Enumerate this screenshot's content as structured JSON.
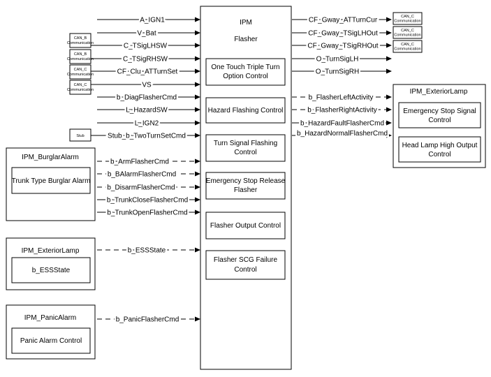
{
  "ipm": {
    "name": "IPM",
    "subtitle": "Flasher",
    "blocks": [
      "One Touch Triple Turn Option Control",
      "Hazard Flashing Control",
      "Turn Signal Flashing Control",
      "Emergency Stop Release Flasher",
      "Flasher Output Control",
      "Flasher SCG Failure Control"
    ]
  },
  "inputs": [
    {
      "signal": "A_IGN1",
      "source": "",
      "dashed": false
    },
    {
      "signal": "V_Bat",
      "source": "",
      "dashed": false
    },
    {
      "signal": "C_TSigLHSW",
      "source": "CAN_B Communication",
      "dashed": false
    },
    {
      "signal": "C_TSigRHSW",
      "source": "CAN_B Communication",
      "dashed": false
    },
    {
      "signal": "CF_Clu_ATTurnSet",
      "source": "CAN_C Communication",
      "dashed": false
    },
    {
      "signal": "VS",
      "source": "CAN_C Communication",
      "dashed": false
    },
    {
      "signal": "b_DiagFlasherCmd",
      "source": "",
      "dashed": false
    },
    {
      "signal": "L_HazardSW",
      "source": "",
      "dashed": false
    },
    {
      "signal": "L_IGN2",
      "source": "",
      "dashed": false
    },
    {
      "signal": "Stub_b_TwoTurnSetCmd",
      "source": "Stub",
      "dashed": false
    },
    {
      "signal": "b_ArmFlasherCmd",
      "source": "",
      "dashed": true
    },
    {
      "signal": "b_BAlarmFlasherCmd",
      "source": "",
      "dashed": true
    },
    {
      "signal": "b_DisarmFlasherCmd",
      "source": "",
      "dashed": true
    },
    {
      "signal": "b_TrunkCloseFlasherCmd",
      "source": "",
      "dashed": false
    },
    {
      "signal": "b_TrunkOpenFlasherCmd",
      "source": "",
      "dashed": false
    },
    {
      "signal": "b_ESSState",
      "source": "",
      "dashed": true
    },
    {
      "signal": "b_PanicFlasherCmd",
      "source": "",
      "dashed": true
    }
  ],
  "outputs": [
    {
      "signal": "CF_Gway_ATTurnCur",
      "target": "CAN_C Communication",
      "dashed": false
    },
    {
      "signal": "CF_Gway_TSigLHOut",
      "target": "CAN_C Communication",
      "dashed": false
    },
    {
      "signal": "CF_Gway_TSigRHOut",
      "target": "CAN_C Communication",
      "dashed": false
    },
    {
      "signal": "O_TurnSigLH",
      "target": "",
      "dashed": false
    },
    {
      "signal": "O_TurnSigRH",
      "target": "",
      "dashed": false
    },
    {
      "signal": "b_FlasherLeftActivity",
      "target": "",
      "dashed": true
    },
    {
      "signal": "b_FlasherRightActivity",
      "target": "",
      "dashed": true
    },
    {
      "signal": "b_HazardFaultFlasherCmd",
      "target": "",
      "dashed": false
    },
    {
      "signal": "b_HazardNormalFlasherCmd",
      "target": "",
      "dashed": false
    }
  ],
  "modules": {
    "burglar": {
      "title": "IPM_BurglarAlarm",
      "block": "Trunk Type Burglar Alarm"
    },
    "ext_left": {
      "title": "IPM_ExteriorLamp",
      "block": "b_ESSState"
    },
    "panic": {
      "title": "IPM_PanicAlarm",
      "block": "Panic Alarm Control"
    },
    "ext_right": {
      "title": "IPM_ExteriorLamp",
      "blocks": [
        "Emergency Stop Signal Control",
        "Head Lamp High Output Control"
      ]
    }
  },
  "comm_labels": {
    "can_b_1": "CAN_B",
    "can_b_2": "Communication",
    "can_c_1": "CAN_C",
    "can_c_2": "Communication",
    "stub": "Stub"
  }
}
